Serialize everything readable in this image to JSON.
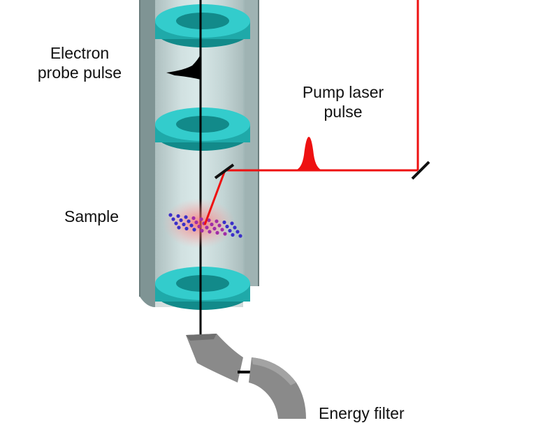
{
  "labels": {
    "electron_probe_line1": "Electron",
    "electron_probe_line2": "probe pulse",
    "pump_laser_line1": "Pump laser",
    "pump_laser_line2": "pulse",
    "sample": "Sample",
    "energy_filter": "Energy filter"
  },
  "colors": {
    "column_tube": "#b9cfcf",
    "ring_lens": "#22b5b5",
    "laser_beam": "#ee1111",
    "electron_beam": "#000000",
    "bend_filter": "#8c8c8c",
    "sample_atoms": "#3a2fc9"
  }
}
